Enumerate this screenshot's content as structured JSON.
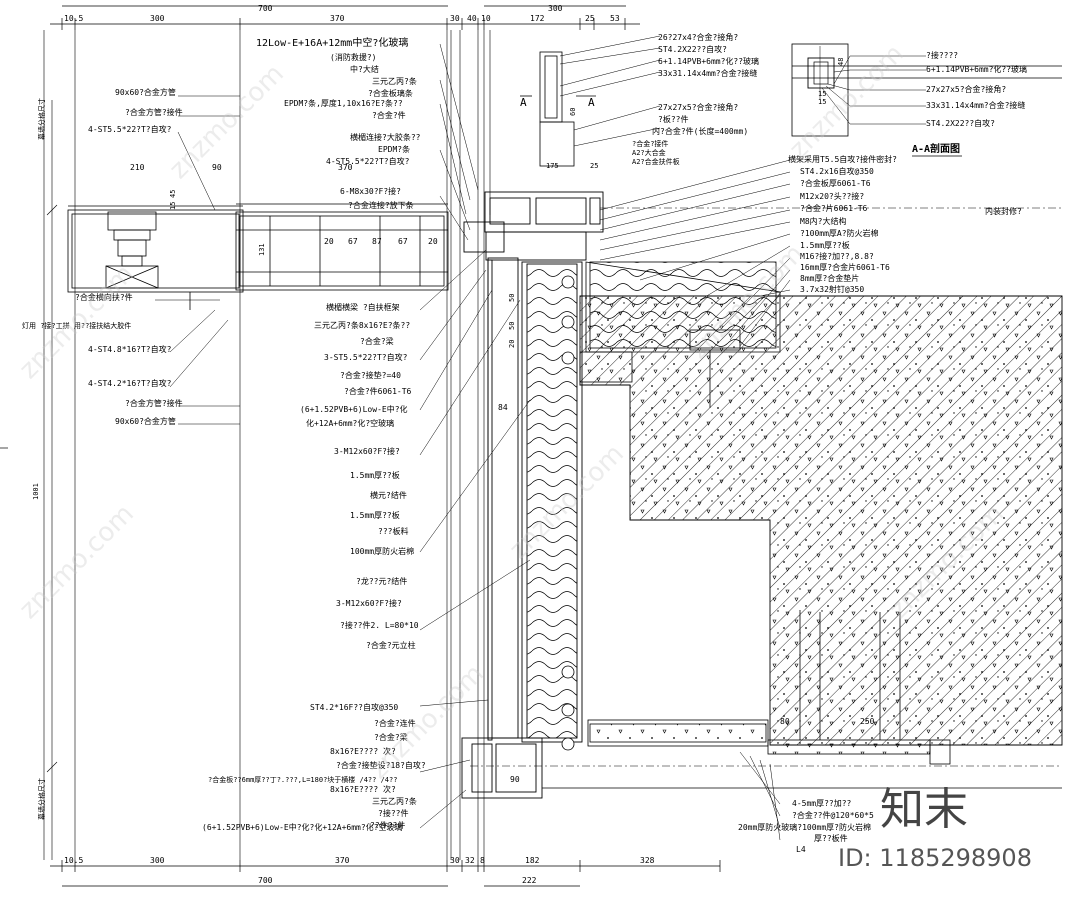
{
  "dims_top": [
    {
      "key": "a",
      "text": "10.5"
    },
    {
      "key": "b",
      "text": "300"
    },
    {
      "key": "c",
      "text": "700"
    },
    {
      "key": "d",
      "text": "370"
    },
    {
      "key": "e",
      "text": "30"
    },
    {
      "key": "f",
      "text": "40"
    },
    {
      "key": "g",
      "text": "10"
    },
    {
      "key": "h",
      "text": "300"
    },
    {
      "key": "i",
      "text": "172"
    },
    {
      "key": "j",
      "text": "25"
    },
    {
      "key": "k",
      "text": "53"
    }
  ],
  "dims_bottom": [
    {
      "key": "a",
      "text": "10.5"
    },
    {
      "key": "b",
      "text": "300"
    },
    {
      "key": "c",
      "text": "370"
    },
    {
      "key": "d",
      "text": "30"
    },
    {
      "key": "e",
      "text": "32"
    },
    {
      "key": "f",
      "text": "8"
    },
    {
      "key": "g",
      "text": "182"
    },
    {
      "key": "h",
      "text": "328"
    },
    {
      "key": "i",
      "text": "700"
    },
    {
      "key": "j",
      "text": "222"
    }
  ],
  "dims_misc": {
    "d210": "210",
    "d90": "90",
    "d370b": "370",
    "d131": "131",
    "d20a": "20",
    "d67a": "67",
    "d87": "87",
    "d67b": "67",
    "d20b": "20",
    "d15": "15",
    "d45": "45",
    "d84": "84",
    "d1001": "1001",
    "d80": "80",
    "d250": "250",
    "d90b": "90",
    "d50a": "50",
    "d50b": "50",
    "d20c": "20",
    "d60": "60",
    "d175": "175",
    "d25": "25",
    "d48": "48",
    "d15b": "15",
    "d15c": "15"
  },
  "left_labels": [
    "90x60?合金方管",
    "?合金方管?接件",
    "4-ST5.5*22?T?自攻?",
    "?合金横向扶?件",
    "灯用 ?接?工拼 用??接扶结大胶件",
    "4-ST4.8*16?T?自攻?",
    "4-ST4.2*16?T?自攻?",
    "?合金方管?接件",
    "90x60?合金方管"
  ],
  "left_vertical": [
    "幕墙分格尺寸",
    "幕墙分格尺寸"
  ],
  "top_center_labels": [
    "12Low-E+16A+12mm中空?化玻璃",
    "(消防救援?)",
    "中?大结",
    "三元乙丙?条",
    "?合金板璃条",
    "EPDM?条,厚度1,10x16?E?条??",
    "?合金?件",
    "横楣连接?大胶条??",
    "EPDM?条",
    "4-ST5.5*22?T?自攻?",
    "6-M8x30?F?接?",
    "?合金连接?放下条"
  ],
  "mid_labels": [
    "横楣横梁 ?自扶框架",
    "三元乙丙?条8x16?E?条??",
    "?合金?梁",
    "3-ST5.5*22?T?自攻?",
    "?合金?接垫?=40",
    "?合金?件6061-T6",
    "(6+1.52PVB+6)Low-E中?化",
    "化+12A+6mm?化?空玻璃",
    "3-M12x60?F?接?",
    "1.5mm厚??板",
    "横元?结件",
    "1.5mm厚??板",
    "???板料",
    "100mm厚防火岩棉",
    "?龙??元?结件",
    "3-M12x60?F?接?",
    "?接??件2. L=80*10",
    "?合金?元立柱",
    "ST4.2*16F??自攻@350",
    "?合金?连件",
    "?合金?梁",
    "8x16?E???? 次?",
    "?合金?接垫设?18?自攻?",
    "?合金板??6mm厚??丁?.???,L=180?块于横楼 /4?? /4??",
    "8x16?E???? 次?",
    "三元乙丙?条",
    "?接??件",
    "??件??件",
    "(6+1.52PVB+6)Low-E中?化?化+12A+6mm?化?空玻璃"
  ],
  "right_top_labels": [
    "26?27x4?合金?接角?",
    "ST4.2X22??自攻?",
    "6+1.14PVB+6mm?化??玻璃",
    "33x31.14x4mm?合金?接缝",
    "27x27x5?合金?接角?",
    "?板??件",
    "内?合金?件(长度=400mm)",
    "?合金?接件",
    "A2?大合金",
    "A2?合金扶件板"
  ],
  "right_mid_labels": [
    "横架采用T5.5自攻?接件密封?",
    "ST4.2x16自攻@350",
    "?合金板厚6061-T6",
    "M12x20?头??接?",
    "?合金?片6061-T6",
    "M8内?大结构",
    "?100mm厚A?防火岩棉",
    "1.5mm厚??板",
    "M16?接?加??,8.8?",
    "16mm厚?合金片6061-T6",
    "8mm厚?合金垫片",
    "3.7x32射钉@350"
  ],
  "right_bottom_labels": [
    "4-5mm厚??加??",
    "?合金??件@120*60*5",
    "20mm厚防火玻璃?100mm厚?防火岩棉",
    "厚??板件",
    "L4"
  ],
  "inset": {
    "title": "A-A剖面图",
    "labels": [
      "?接????",
      "6+1.14PVB+6mm?化??玻璃",
      "27x27x5?合金?接角?",
      "33x31.14x4mm?合金?接缝",
      "ST4.2X22??自攻?"
    ]
  },
  "inner_note": "内装封修?",
  "section_marks": [
    "A",
    "A"
  ],
  "watermark": "znzmo.com",
  "brand": "知末",
  "id_text": "ID: 1185298908"
}
